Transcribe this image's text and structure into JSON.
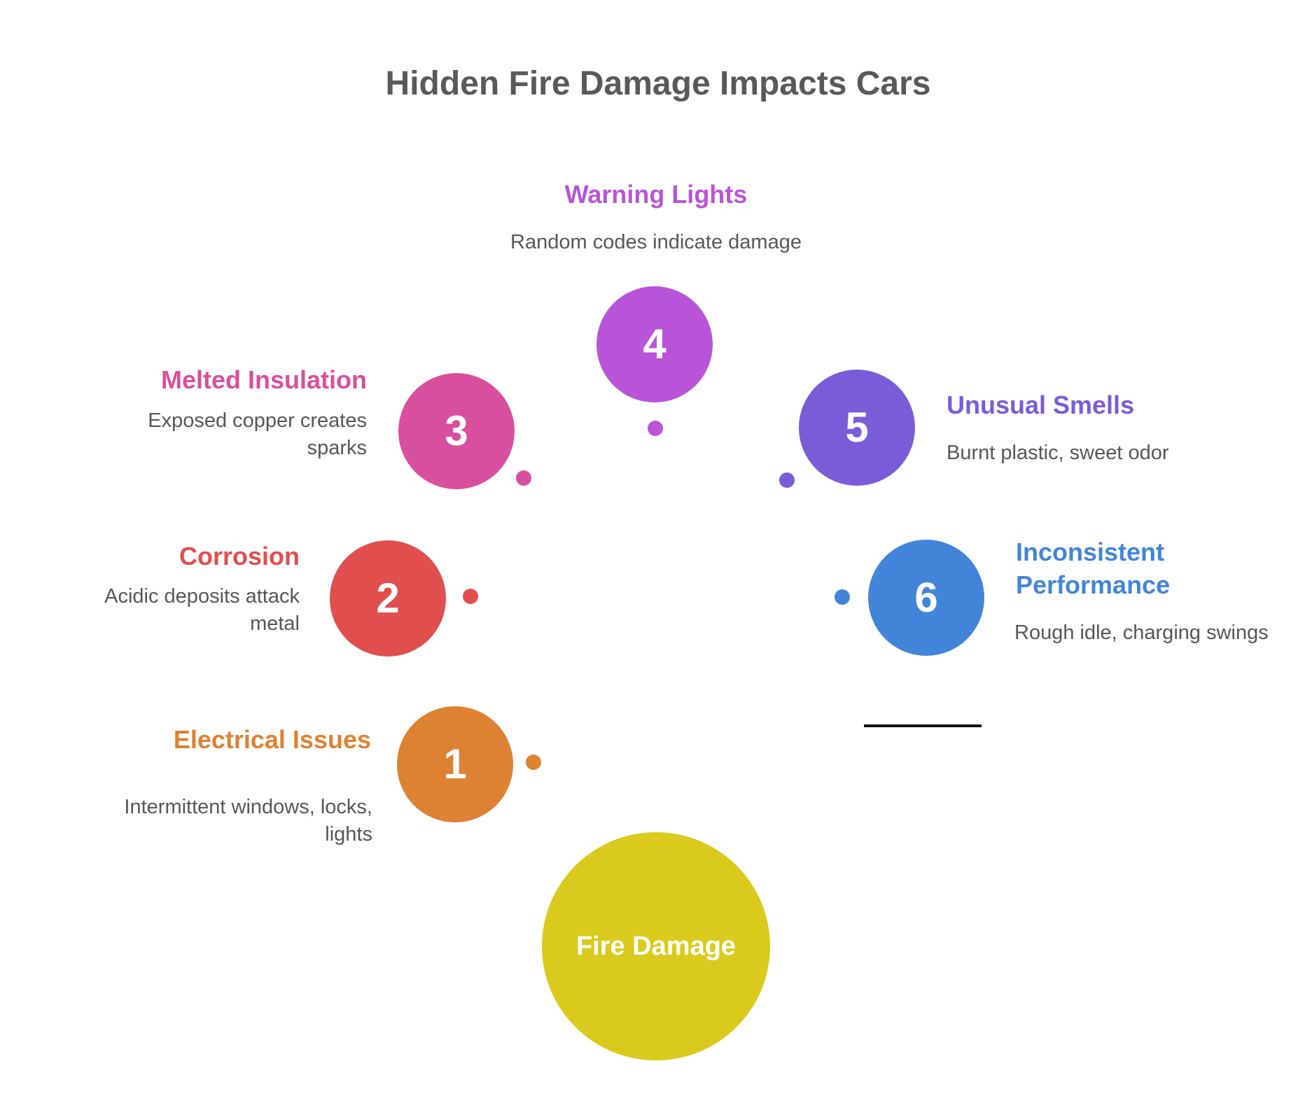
{
  "title": "Hidden Fire Damage Impacts Cars",
  "colors": {
    "heading_gray": "#58595b",
    "body_gray": "#555759",
    "divider_black": "#111111"
  },
  "center": {
    "label": "Fire Damage",
    "color": "#d9ca1d"
  },
  "items": [
    {
      "number": "1",
      "title": "Electrical Issues",
      "description": "Intermittent windows, locks, lights",
      "color": "#dd8233"
    },
    {
      "number": "2",
      "title": "Corrosion",
      "description": "Acidic deposits attack metal",
      "color": "#e04e4e"
    },
    {
      "number": "3",
      "title": "Melted Insulation",
      "description": "Exposed copper creates sparks",
      "color": "#d94f9f"
    },
    {
      "number": "4",
      "title": "Warning Lights",
      "description": "Random codes indicate damage",
      "color": "#b954d8"
    },
    {
      "number": "5",
      "title": "Unusual Smells",
      "description": "Burnt plastic, sweet odor",
      "color": "#7a5cd8"
    },
    {
      "number": "6",
      "title": "Inconsistent Performance",
      "description": "Rough idle, charging swings",
      "color": "#4285d8"
    }
  ]
}
